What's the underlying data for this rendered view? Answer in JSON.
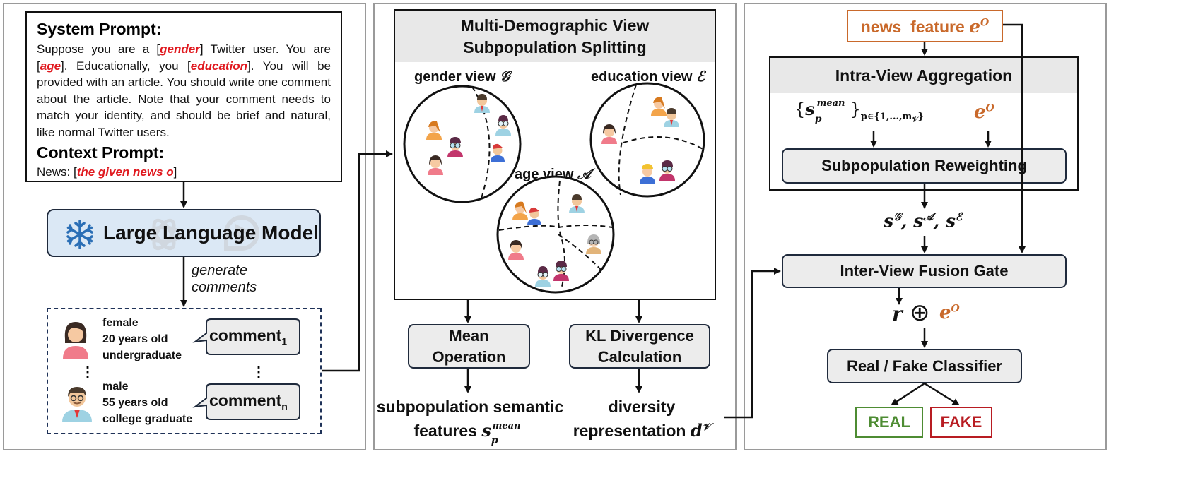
{
  "prompt": {
    "system_title": "System Prompt:",
    "system_parts": [
      "Suppose you are a [",
      "gender",
      "] Twitter user. You are [",
      "age",
      "]. Educationally, you [",
      "education",
      "]. You will be provided with an article. You should write one comment about the article. Note that your comment needs to match your identity, and should be brief and natural, like normal Twitter users."
    ],
    "context_title": "Context Prompt:",
    "context_prefix": "News: [",
    "context_highlight": "the given news o",
    "context_suffix": "]"
  },
  "llm": {
    "label": "Large Language Model"
  },
  "generate_label": [
    "generate",
    "comments"
  ],
  "personas": [
    {
      "gender": "female",
      "age": "20 years old",
      "education": "undergraduate",
      "comment": "comment",
      "sub": "1"
    },
    {
      "gender": "male",
      "age": "55 years old",
      "education": "college graduate",
      "comment": "comment",
      "sub": "n"
    }
  ],
  "ellipsis": "⋮",
  "middle": {
    "title": [
      "Multi-Demographic View",
      "Subpopulation Splitting"
    ],
    "views": [
      {
        "label": "gender view",
        "symbol": "𝒢"
      },
      {
        "label": "education view",
        "symbol": "ℰ"
      },
      {
        "label": "age view",
        "symbol": "𝒜"
      }
    ],
    "mean_op": [
      "Mean",
      "Operation"
    ],
    "kl": [
      "KL Divergence",
      "Calculation"
    ],
    "subpop_features": [
      "subpopulation semantic",
      "features"
    ],
    "subpop_symbol": "s",
    "subpop_sub": "p",
    "subpop_sup": "mean",
    "diversity": [
      "diversity",
      "representation"
    ],
    "diversity_symbol": "d",
    "diversity_sup": "𝒱"
  },
  "right": {
    "news_feature": "news  feature",
    "e_symbol": "e",
    "e_sup": "O",
    "intra": "Intra-View Aggregation",
    "set_open": "{",
    "set_symbol": "s",
    "set_sub": "p",
    "set_sup": "mean",
    "set_close": "}",
    "set_index": "p∈{1,...,m",
    "set_index_sub": "𝒱",
    "set_index_close": "}",
    "reweight": "Subpopulation Reweighting",
    "s_views": "s𝒢, s𝒜, sℰ",
    "s_sups": [
      "𝒢",
      "𝒜",
      "ℰ"
    ],
    "fusion": "Inter-View Fusion Gate",
    "r_symbol": "r",
    "oplus": "⊕",
    "classifier": "Real / Fake Classifier",
    "real": "REAL",
    "fake": "FAKE"
  },
  "colors": {
    "red": "#e0191f",
    "orange": "#c9692b",
    "llm_fill": "#dbe8f5",
    "box_fill": "#ececec",
    "real": "#4e8c33",
    "fake": "#b81c22"
  }
}
